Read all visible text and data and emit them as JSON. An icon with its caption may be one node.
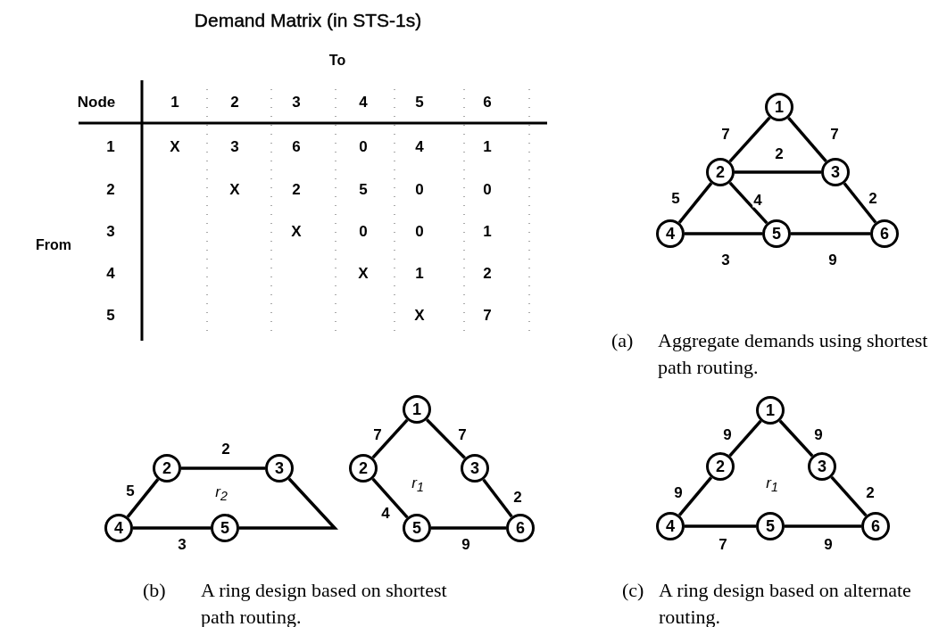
{
  "diagram": {
    "title": "Demand Matrix (in STS-1s)",
    "nodes": [
      {
        "text": [
          "1"
        ]
      },
      {
        "text": [
          "2"
        ]
      },
      {
        "text": [
          "3"
        ]
      },
      {
        "text": [
          "4"
        ]
      },
      {
        "text": [
          "5"
        ]
      },
      {
        "text": [
          "6"
        ]
      },
      {
        "text": [
          "2"
        ]
      },
      {
        "text": [
          "3"
        ]
      },
      {
        "text": [
          "4"
        ]
      },
      {
        "text": [
          "5"
        ]
      },
      {
        "text": [
          "1"
        ]
      },
      {
        "text": [
          "2"
        ]
      },
      {
        "text": [
          "3"
        ]
      },
      {
        "text": [
          "5"
        ]
      },
      {
        "text": [
          "6"
        ]
      },
      {
        "text": [
          "1"
        ]
      },
      {
        "text": [
          "2"
        ]
      },
      {
        "text": [
          "3"
        ]
      },
      {
        "text": [
          "4"
        ]
      },
      {
        "text": [
          "5"
        ]
      },
      {
        "text": [
          "6"
        ]
      }
    ],
    "edges": [
      {
        "from": 0,
        "to": 1,
        "arrow": "none",
        "label": "7"
      },
      {
        "from": 0,
        "to": 2,
        "arrow": "none",
        "label": "7"
      },
      {
        "from": 1,
        "to": 2,
        "arrow": "none",
        "label": "2"
      },
      {
        "from": 1,
        "to": 3,
        "arrow": "none",
        "label": "5"
      },
      {
        "from": 1,
        "to": 4,
        "arrow": "none",
        "label": "4"
      },
      {
        "from": 2,
        "to": 5,
        "arrow": "none",
        "label": "2"
      },
      {
        "from": 3,
        "to": 4,
        "arrow": "none",
        "label": "3"
      },
      {
        "from": 4,
        "to": 5,
        "arrow": "none",
        "label": "9"
      },
      {
        "from": 6,
        "to": 7,
        "arrow": "none",
        "label": "2"
      },
      {
        "from": 6,
        "to": 8,
        "arrow": "none",
        "label": "5"
      },
      {
        "from": 8,
        "to": 9,
        "arrow": "none",
        "label": "3"
      },
      {
        "from": 7,
        "to": 9,
        "arrow": "none"
      },
      {
        "from": 10,
        "to": 11,
        "arrow": "none",
        "label": "7"
      },
      {
        "from": 10,
        "to": 12,
        "arrow": "none",
        "label": "7"
      },
      {
        "from": 11,
        "to": 13,
        "arrow": "none",
        "label": "4"
      },
      {
        "from": 12,
        "to": 14,
        "arrow": "none",
        "label": "2"
      },
      {
        "from": 13,
        "to": 14,
        "arrow": "none",
        "label": "9"
      },
      {
        "from": 15,
        "to": 16,
        "arrow": "none",
        "label": "9"
      },
      {
        "from": 15,
        "to": 17,
        "arrow": "none",
        "label": "9"
      },
      {
        "from": 16,
        "to": 18,
        "arrow": "none",
        "label": "9"
      },
      {
        "from": 17,
        "to": 20,
        "arrow": "none",
        "label": "2"
      },
      {
        "from": 18,
        "to": 19,
        "arrow": "none",
        "label": "7"
      },
      {
        "from": 19,
        "to": 20,
        "arrow": "none",
        "label": "9"
      }
    ],
    "labels": [
      "To",
      "Node",
      "1",
      "2",
      "3",
      "4",
      "5",
      "6",
      "1",
      "X",
      "3",
      "6",
      "0",
      "4",
      "1",
      "2",
      "X",
      "2",
      "5",
      "0",
      "0",
      "From",
      "3",
      "X",
      "0",
      "0",
      "1",
      "4",
      "X",
      "1",
      "2",
      "5",
      "X",
      "7",
      "(a)",
      "Aggregate demands using shortest path routing.",
      "r$_{2}$",
      "r$_{1}$",
      "r$_{1}$",
      "(b)",
      "A ring design based on shortest path routing.",
      "(c)",
      "A ring design based on alternate routing."
    ]
  }
}
